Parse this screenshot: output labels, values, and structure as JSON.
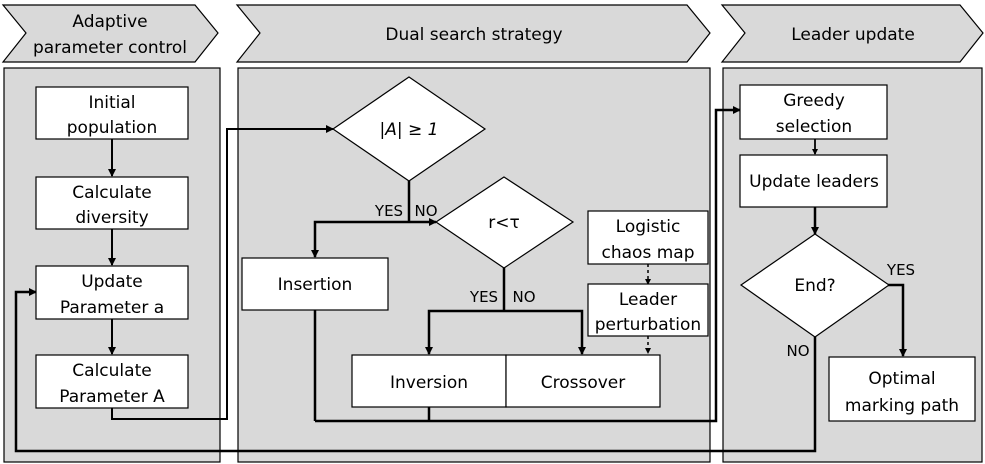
{
  "stages": [
    {
      "lines": [
        "Adaptive",
        "parameter control"
      ]
    },
    {
      "lines": [
        "Dual search strategy"
      ]
    },
    {
      "lines": [
        "Leader update"
      ]
    }
  ],
  "nodes": {
    "initial_population": [
      "Initial",
      "population"
    ],
    "calculate_diversity": [
      "Calculate",
      "diversity"
    ],
    "update_parameter_a": [
      "Update",
      "Parameter a"
    ],
    "calculate_parameter_A": [
      "Calculate",
      "Parameter A"
    ],
    "decision_A": "|A| ≥ 1",
    "decision_r": "r<τ",
    "insertion": "Insertion",
    "logistic_chaos_map": [
      "Logistic",
      "chaos map"
    ],
    "leader_perturbation": [
      "Leader",
      "perturbation"
    ],
    "inversion": "Inversion",
    "crossover": "Crossover",
    "greedy_selection": [
      "Greedy",
      "selection"
    ],
    "update_leaders": "Update leaders",
    "decision_end": "End?",
    "optimal_marking_path": [
      "Optimal",
      "marking path"
    ]
  },
  "branch_labels": {
    "a_yes": "YES",
    "a_no": "NO",
    "r_yes": "YES",
    "r_no": "NO",
    "end_yes": "YES",
    "end_no": "NO"
  },
  "colors": {
    "panel_fill": "#d9d9d9",
    "header_fill": "#d9d9d9",
    "node_fill": "#ffffff",
    "line": "#000000"
  }
}
